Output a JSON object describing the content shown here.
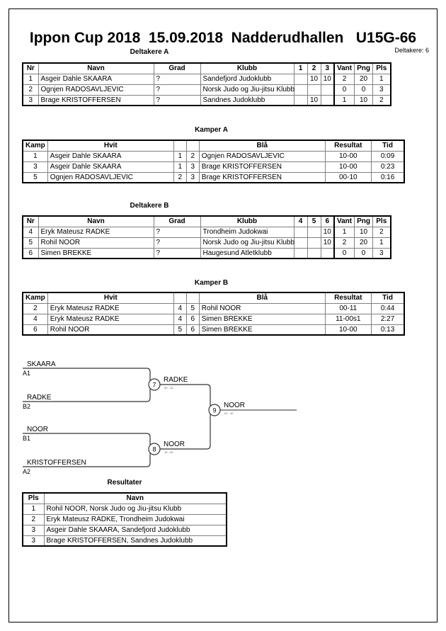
{
  "header": {
    "title": "Ippon Cup 2018  15.09.2018  Nadderudhallen   U15G-66",
    "participants_label": "Deltakere: 6"
  },
  "sections": {
    "pool_a_caption": "Deltakere A",
    "matches_a_caption": "Kamper A",
    "pool_b_caption": "Deltakere B",
    "matches_b_caption": "Kamper B",
    "results_caption": "Resultater"
  },
  "pool_a": {
    "headers": [
      "Nr",
      "Navn",
      "Grad",
      "Klubb",
      "1",
      "2",
      "3",
      "Vant",
      "Png",
      "Pls"
    ],
    "rows": [
      {
        "nr": "1",
        "navn": "Asgeir Dahle SKAARA",
        "grad": "?",
        "klubb": "Sandefjord Judoklubb",
        "m1": "",
        "m2": "10",
        "m3": "10",
        "vant": "2",
        "png": "20",
        "pls": "1"
      },
      {
        "nr": "2",
        "navn": "Ognjen RADOSAVLJEVIC",
        "grad": "?",
        "klubb": "Norsk Judo og Jiu-jitsu Klubb",
        "m1": "",
        "m2": "",
        "m3": "",
        "vant": "0",
        "png": "0",
        "pls": "3"
      },
      {
        "nr": "3",
        "navn": "Brage KRISTOFFERSEN",
        "grad": "?",
        "klubb": "Sandnes Judoklubb",
        "m1": "",
        "m2": "10",
        "m3": "",
        "vant": "1",
        "png": "10",
        "pls": "2"
      }
    ]
  },
  "matches_a": {
    "headers": [
      "Kamp",
      "Hvit",
      "",
      "",
      "Blå",
      "Resultat",
      "Tid"
    ],
    "rows": [
      {
        "kamp": "1",
        "hvit": "Asgeir Dahle SKAARA",
        "hvit_nr": "1",
        "bla_nr": "2",
        "bla": "Ognjen RADOSAVLJEVIC",
        "resultat": "10-00",
        "tid": "0:09"
      },
      {
        "kamp": "3",
        "hvit": "Asgeir Dahle SKAARA",
        "hvit_nr": "1",
        "bla_nr": "3",
        "bla": "Brage KRISTOFFERSEN",
        "resultat": "10-00",
        "tid": "0:23"
      },
      {
        "kamp": "5",
        "hvit": "Ognjen RADOSAVLJEVIC",
        "hvit_nr": "2",
        "bla_nr": "3",
        "bla": "Brage KRISTOFFERSEN",
        "resultat": "00-10",
        "tid": "0:16"
      }
    ]
  },
  "pool_b": {
    "headers": [
      "Nr",
      "Navn",
      "Grad",
      "Klubb",
      "4",
      "5",
      "6",
      "Vant",
      "Png",
      "Pls"
    ],
    "rows": [
      {
        "nr": "4",
        "navn": "Eryk Mateusz RADKE",
        "grad": "?",
        "klubb": "Trondheim Judokwai",
        "m4": "",
        "m5": "",
        "m6": "10",
        "vant": "1",
        "png": "10",
        "pls": "2"
      },
      {
        "nr": "5",
        "navn": "Rohil NOOR",
        "grad": "?",
        "klubb": "Norsk Judo og Jiu-jitsu Klubb",
        "m4": "",
        "m5": "",
        "m6": "10",
        "vant": "2",
        "png": "20",
        "pls": "1"
      },
      {
        "nr": "6",
        "navn": "Simen BREKKE",
        "grad": "?",
        "klubb": "Haugesund Atletklubb",
        "m4": "",
        "m5": "",
        "m6": "",
        "vant": "0",
        "png": "0",
        "pls": "3"
      }
    ]
  },
  "matches_b": {
    "headers": [
      "Kamp",
      "Hvit",
      "",
      "",
      "Blå",
      "Resultat",
      "Tid"
    ],
    "rows": [
      {
        "kamp": "2",
        "hvit": "Eryk Mateusz RADKE",
        "hvit_nr": "4",
        "bla_nr": "5",
        "bla": "Rohil NOOR",
        "resultat": "00-11",
        "tid": "0:44"
      },
      {
        "kamp": "4",
        "hvit": "Eryk Mateusz RADKE",
        "hvit_nr": "4",
        "bla_nr": "6",
        "bla": "Simen BREKKE",
        "resultat": "11-00s1",
        "tid": "2:27"
      },
      {
        "kamp": "6",
        "hvit": "Rohil NOOR",
        "hvit_nr": "5",
        "bla_nr": "6",
        "bla": "Simen BREKKE",
        "resultat": "10-00",
        "tid": "0:13"
      }
    ]
  },
  "bracket": {
    "entries": [
      {
        "name": "SKAARA",
        "seed": "A1"
      },
      {
        "name": "RADKE",
        "seed": "B2"
      },
      {
        "name": "NOOR",
        "seed": "B1"
      },
      {
        "name": "KRISTOFFERSEN",
        "seed": "A2"
      }
    ],
    "semifinals": [
      {
        "number": "7",
        "winner": "RADKE",
        "score": "00 - 10"
      },
      {
        "number": "8",
        "winner": "NOOR",
        "score": "10 - 00"
      }
    ],
    "final": {
      "number": "9",
      "winner": "NOOR",
      "score": "01 - 10"
    }
  },
  "results": {
    "headers": [
      "Pls",
      "Navn"
    ],
    "rows": [
      {
        "pls": "1",
        "navn": "Rohil NOOR, Norsk Judo og Jiu-jitsu Klubb"
      },
      {
        "pls": "2",
        "navn": "Eryk Mateusz RADKE, Trondheim Judokwai"
      },
      {
        "pls": "3",
        "navn": "Asgeir Dahle SKAARA, Sandefjord Judoklubb"
      },
      {
        "pls": "3",
        "navn": "Brage KRISTOFFERSEN, Sandnes Judoklubb"
      }
    ]
  }
}
